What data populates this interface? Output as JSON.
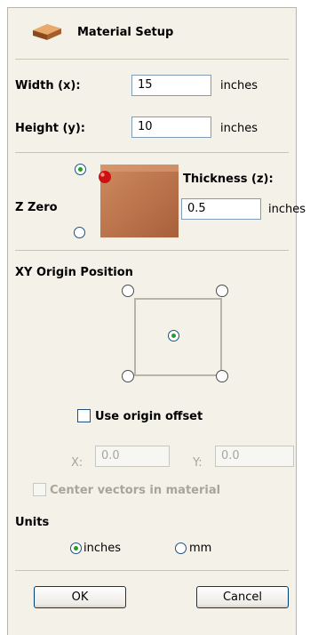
{
  "header": {
    "title": "Material Setup",
    "icon": "material-block-icon"
  },
  "dimensions": {
    "width": {
      "label": "Width (x):",
      "value": "15",
      "unit": "inches"
    },
    "height": {
      "label": "Height (y):",
      "value": "10",
      "unit": "inches"
    }
  },
  "thickness": {
    "label": "Thickness (z):",
    "value": "0.5",
    "unit": "inches"
  },
  "z_zero": {
    "label": "Z Zero",
    "selected": "top"
  },
  "xy_origin": {
    "label": "XY Origin Position",
    "selected": "center"
  },
  "origin_offset": {
    "checkbox_label": "Use origin offset",
    "checked": false,
    "x_label": "X:",
    "x_value": "0.0",
    "y_label": "Y:",
    "y_value": "0.0"
  },
  "center_vectors": {
    "label": "Center vectors in material",
    "checked": false,
    "enabled": false
  },
  "units": {
    "label": "Units",
    "options": [
      "inches",
      "mm"
    ],
    "selected": "inches"
  },
  "buttons": {
    "ok": "OK",
    "cancel": "Cancel"
  },
  "colors": {
    "panel_bg": "#f3f1e8",
    "radio_selected": "#21a121",
    "material_block": "#c47a52",
    "zero_marker": "#cc1111"
  }
}
